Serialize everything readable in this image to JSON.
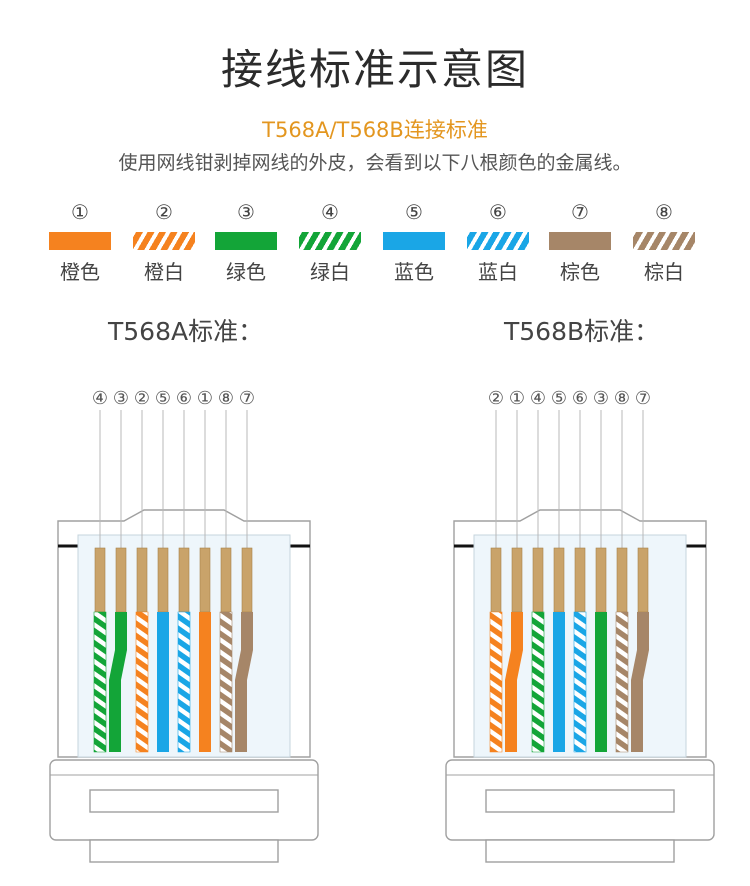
{
  "title": "接线标准示意图",
  "subtitle": "T568A/T568B连接标准",
  "description": "使用网线钳剥掉网线的外皮，会看到以下八根颜色的金属线。",
  "colors": {
    "orange": "#f5821f",
    "green": "#13a538",
    "blue": "#1aa6e6",
    "brown": "#a68668",
    "gold": "#c9a36a",
    "accent": "#e3961f"
  },
  "legend": [
    {
      "num": "①",
      "label": "橙色",
      "color": "orange",
      "striped": false
    },
    {
      "num": "②",
      "label": "橙白",
      "color": "orange",
      "striped": true
    },
    {
      "num": "③",
      "label": "绿色",
      "color": "green",
      "striped": false
    },
    {
      "num": "④",
      "label": "绿白",
      "color": "green",
      "striped": true
    },
    {
      "num": "⑤",
      "label": "蓝色",
      "color": "blue",
      "striped": false
    },
    {
      "num": "⑥",
      "label": "蓝白",
      "color": "blue",
      "striped": true
    },
    {
      "num": "⑦",
      "label": "棕色",
      "color": "brown",
      "striped": false
    },
    {
      "num": "⑧",
      "label": "棕白",
      "color": "brown",
      "striped": true
    }
  ],
  "standards": [
    {
      "title": "T568A标准：",
      "order": [
        4,
        3,
        2,
        5,
        6,
        1,
        8,
        7
      ]
    },
    {
      "title": "T568B标准：",
      "order": [
        2,
        1,
        4,
        5,
        6,
        3,
        8,
        7
      ]
    }
  ]
}
